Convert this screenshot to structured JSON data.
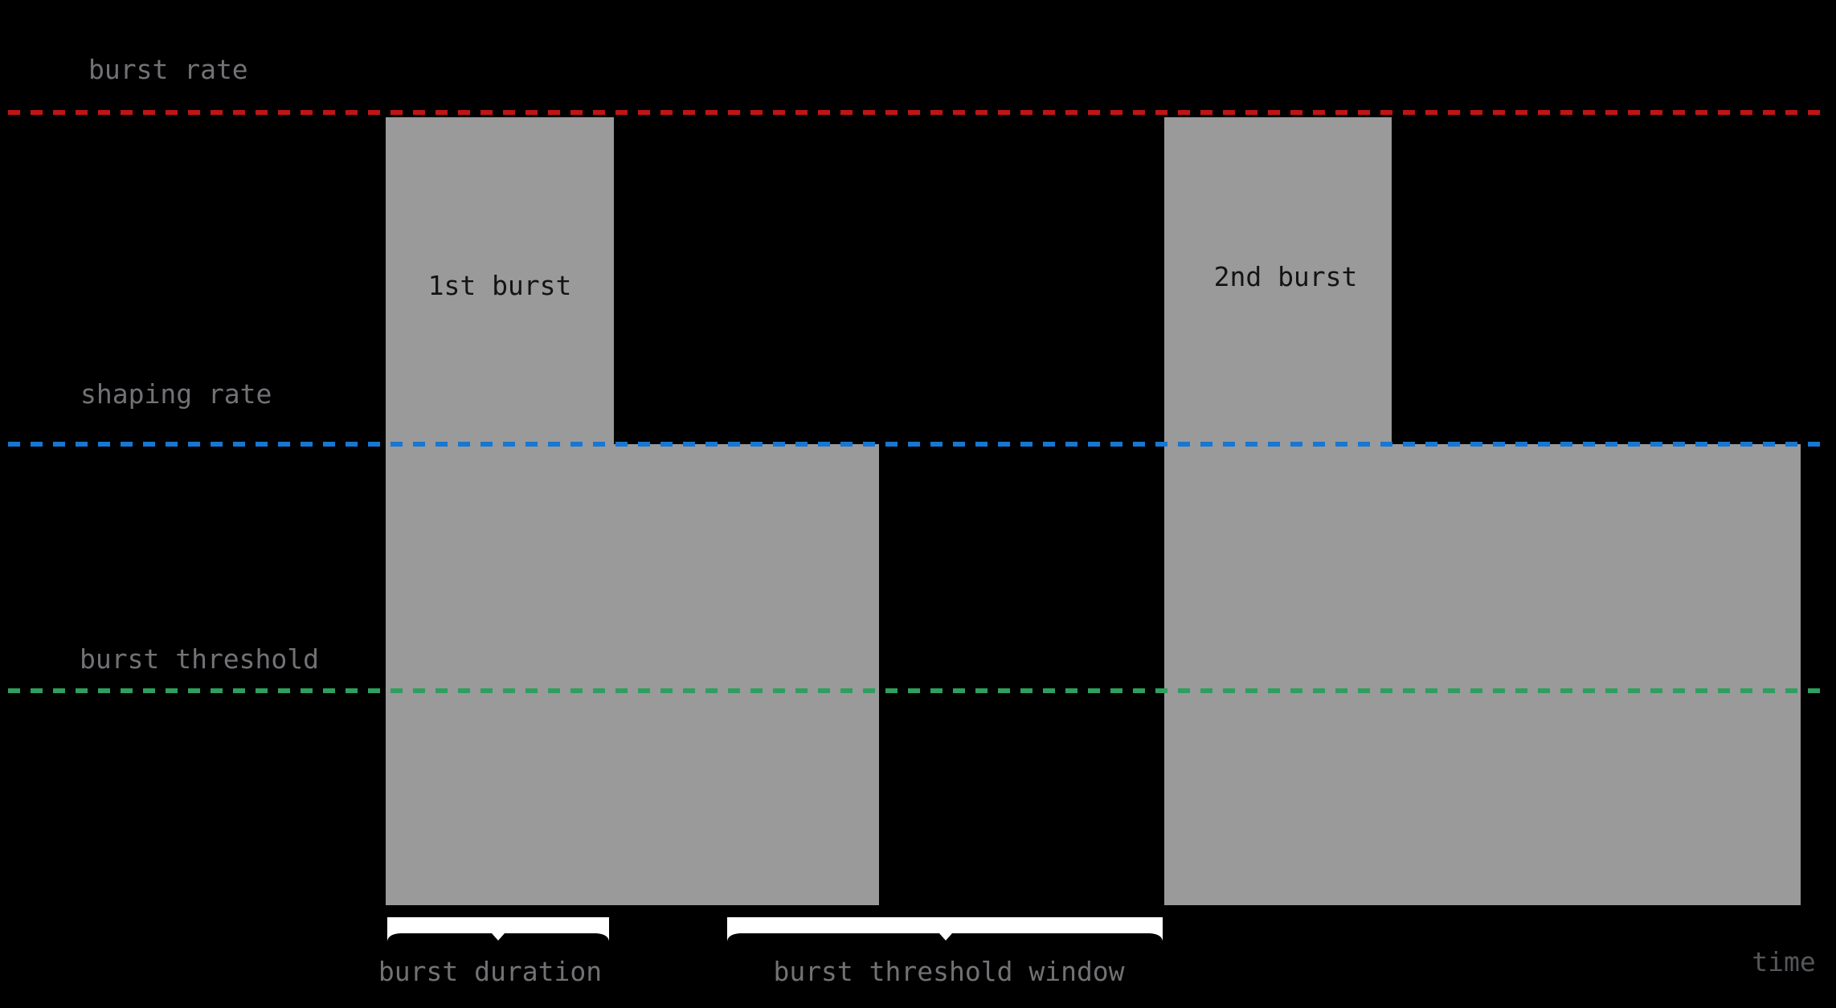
{
  "title": "traffic shaping bursts diagram",
  "colors": {
    "background": "#000000",
    "burst_rate_line": "#c01515",
    "shaping_rate_line": "#1777d2",
    "burst_threshold_line": "#2f9e5f",
    "bar_fill": "#9a9a9a",
    "burst_label_text": "#141414",
    "axis_label_text": "#717275",
    "time_label_text": "#54565a",
    "brace_fill": "#ffffff"
  },
  "reference_lines": [
    {
      "name": "burst-rate",
      "label": "burst rate",
      "style": "dashed",
      "color": "#c01515"
    },
    {
      "name": "shaping-rate",
      "label": "shaping rate",
      "style": "dashed",
      "color": "#1777d2"
    },
    {
      "name": "burst-threshold",
      "label": "burst threshold",
      "style": "dashed",
      "color": "#2f9e5f"
    }
  ],
  "bursts": [
    {
      "label": "1st burst",
      "peak_level": "burst rate",
      "sustained_level": "shaping rate"
    },
    {
      "label": "2nd burst",
      "peak_level": "burst rate",
      "sustained_level": "shaping rate"
    }
  ],
  "braces": [
    {
      "label": "burst duration"
    },
    {
      "label": "burst threshold window"
    }
  ],
  "axis": {
    "label": "time"
  }
}
